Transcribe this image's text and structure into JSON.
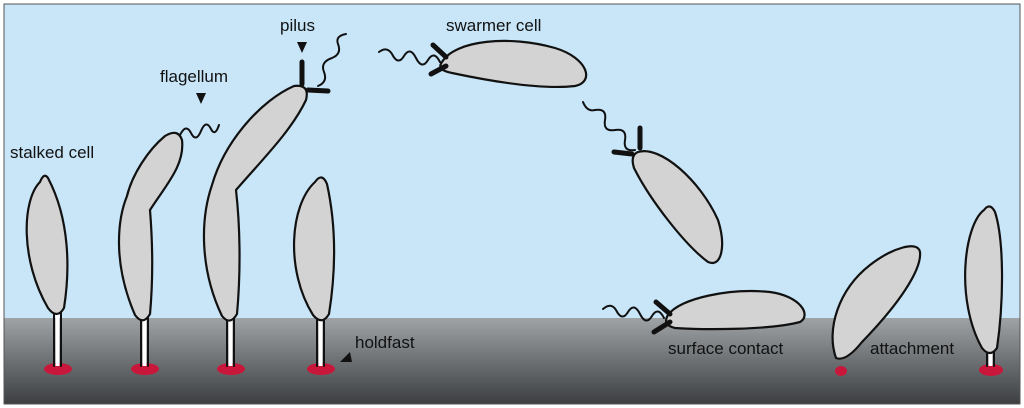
{
  "labels": {
    "stalked_cell": "stalked cell",
    "flagellum": "flagellum",
    "pilus": "pilus",
    "swarmer_cell": "swarmer cell",
    "holdfast": "holdfast",
    "surface_contact": "surface contact",
    "attachment": "attachment"
  },
  "colors": {
    "water": "#c8e6f8",
    "surface_top": "#9fa3a6",
    "surface_bottom": "#3c3e40",
    "cell_fill": "#d3d3d3",
    "outline": "#111111",
    "holdfast": "#c8173a"
  }
}
